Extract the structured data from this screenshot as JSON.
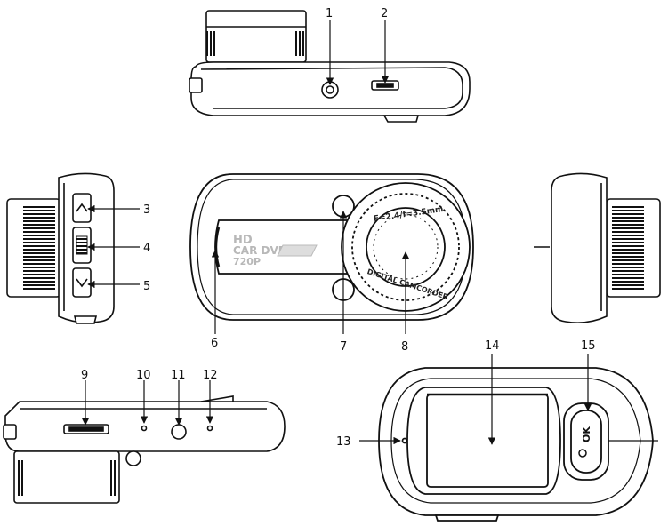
{
  "callouts": {
    "n1": "1",
    "n2": "2",
    "n3": "3",
    "n4": "4",
    "n5": "5",
    "n6": "6",
    "n7": "7",
    "n8": "8",
    "n9": "9",
    "n10": "10",
    "n11": "11",
    "n12": "12",
    "n13": "13",
    "n14": "14",
    "n15": "15"
  },
  "device_text": {
    "hd": "HD",
    "car_dvr": "CAR DVR",
    "res": "720P",
    "lens_spec": "F=2.4/f=3.5mm",
    "lens_ring": "DIGITAL CAMCORDER",
    "ok_label": "OK"
  },
  "colors": {
    "stroke": "#111111",
    "fill": "#ffffff",
    "shade": "#d9d9d9"
  }
}
